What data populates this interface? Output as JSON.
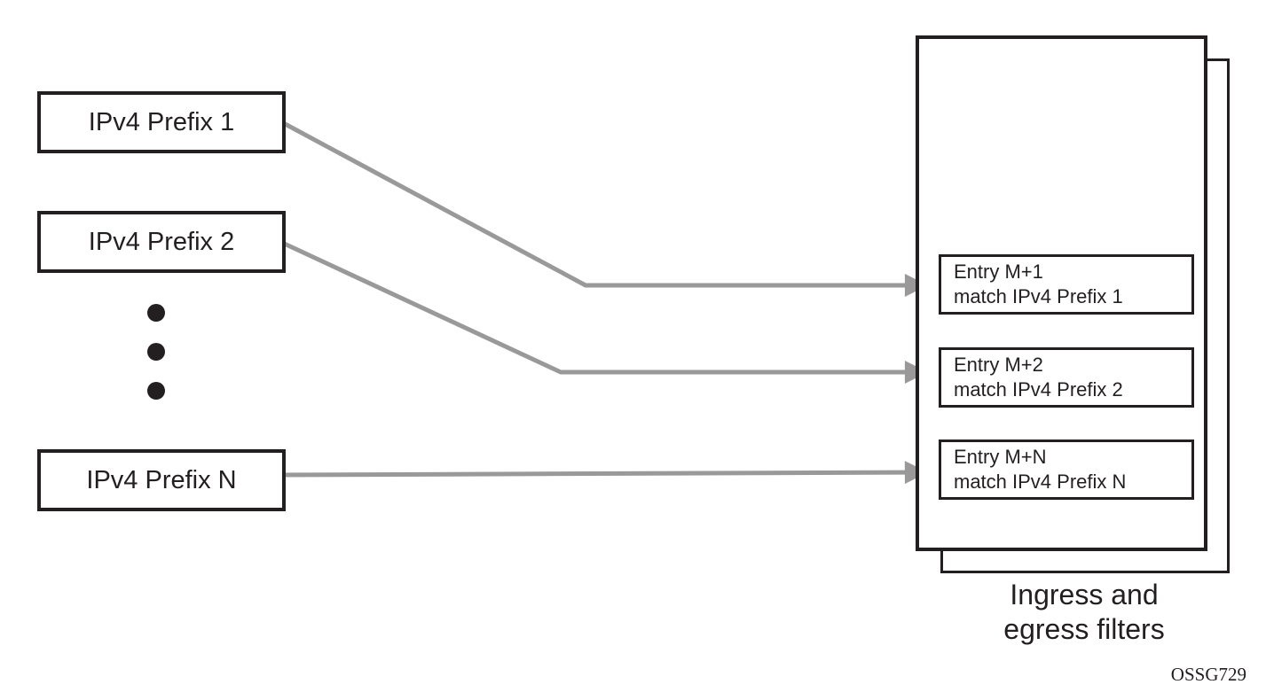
{
  "diagram": {
    "prefix_boxes": [
      {
        "label": "IPv4 Prefix 1"
      },
      {
        "label": "IPv4 Prefix 2"
      },
      {
        "label": "IPv4 Prefix N"
      }
    ],
    "entry_boxes": [
      {
        "line1": "Entry M+1",
        "line2": "match IPv4 Prefix 1"
      },
      {
        "line1": "Entry M+2",
        "line2": "match IPv4 Prefix 2"
      },
      {
        "line1": "Entry M+N",
        "line2": "match IPv4 Prefix N"
      }
    ],
    "connections": [
      {
        "from": "IPv4 Prefix 1",
        "to": "Entry M+1"
      },
      {
        "from": "IPv4 Prefix 2",
        "to": "Entry M+2"
      },
      {
        "from": "IPv4 Prefix N",
        "to": "Entry M+N"
      }
    ],
    "filter_label_line1": "Ingress and",
    "filter_label_line2": "egress filters",
    "figure_id": "OSSG729",
    "colors": {
      "box_border": "#231f20",
      "arrow": "#999999",
      "dot": "#231f20",
      "background": "#ffffff"
    }
  }
}
